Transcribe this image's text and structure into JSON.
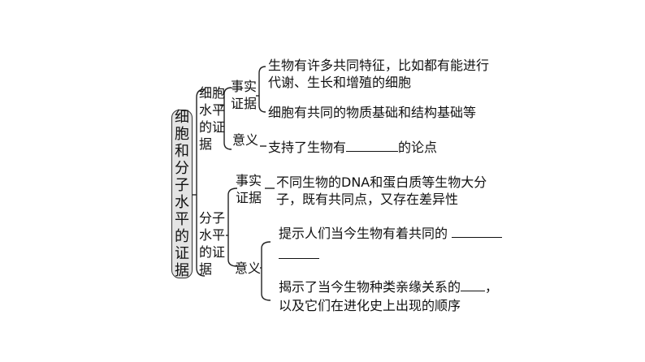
{
  "root": {
    "chars": [
      "细",
      "胞",
      "和",
      "分",
      "子",
      "水",
      "平",
      "的",
      "证",
      "据"
    ]
  },
  "cell_branch": {
    "label": [
      "细胞",
      "水平",
      "的证",
      "据"
    ],
    "fact": {
      "label": [
        "事实",
        "证据"
      ]
    },
    "fact_items": [
      [
        "生物有许多共同特征，比如都有能进行",
        "代谢、生长和增殖的细胞"
      ],
      [
        "细胞有共同的物质基础和结构基础等"
      ]
    ],
    "meaning": {
      "label": "意义"
    },
    "meaning_item": {
      "before": "支持了生物有",
      "after": "的论点"
    }
  },
  "molecule_branch": {
    "label": [
      "分子",
      "水平",
      "的证",
      "据"
    ],
    "fact": {
      "label": [
        "事实",
        "证据"
      ]
    },
    "fact_item": [
      "不同生物的DNA和蛋白质等生物大分",
      "子，既有共同点，又存在差异性"
    ],
    "meaning": {
      "label": "意义"
    },
    "meaning_items": [
      {
        "before": "提示人们当今生物有着共同的",
        "after": ""
      },
      {
        "before": "揭示了当今生物种类亲缘关系的",
        "after": "，",
        "line2": "以及它们在进化史上出现的顺序"
      }
    ]
  }
}
